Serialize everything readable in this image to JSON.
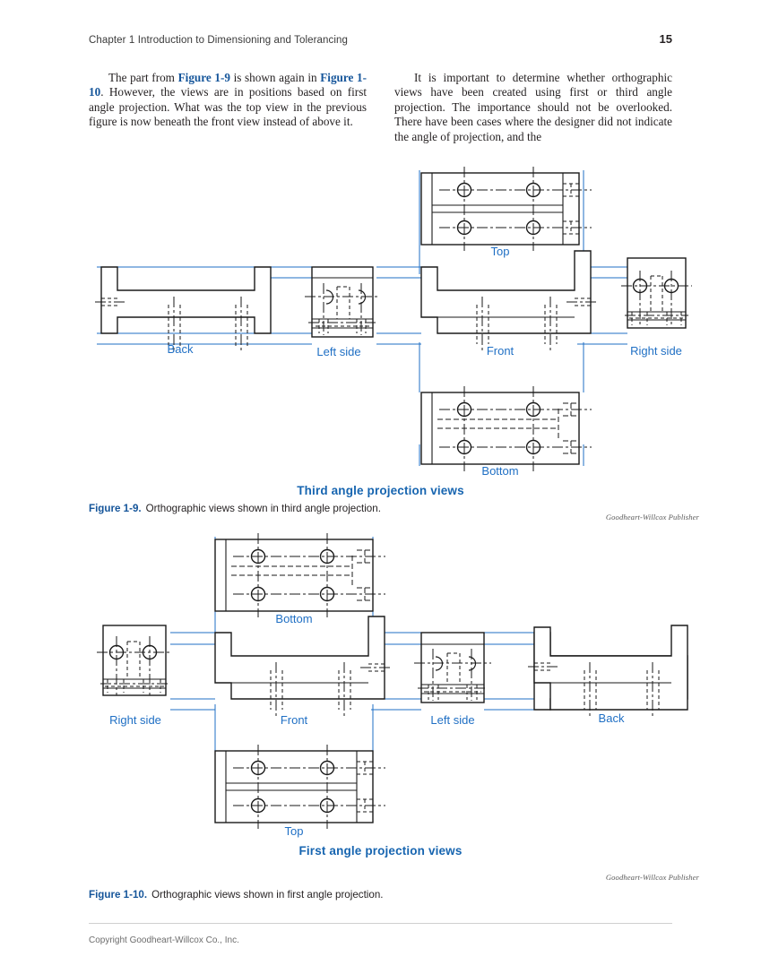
{
  "running_head": {
    "chapter": "Chapter 1   Introduction to Dimensioning and Tolerancing",
    "page_number": "15"
  },
  "body": {
    "left_column": {
      "lead_in": "The part from ",
      "ref1": "Figure 1-9",
      "mid1": " is shown again in ",
      "ref2": "Figure 1-10",
      "rest": ". However, the views are in positions based on first angle projection. What was the top view in the previous figure is now beneath the front view instead of above it."
    },
    "right_column": {
      "text": "It is important to determine whether orthographic views have been created using first or third angle projection. The importance should not be overlooked. There have been cases where the designer did not indicate the angle of projection, and the"
    }
  },
  "figures": [
    {
      "id": "figure-1-9",
      "title": "Third angle projection views",
      "credit": "Goodheart-Willcox Publisher",
      "caption_label": "Figure 1-9.",
      "caption_text": "Orthographic views shown in third angle projection.",
      "view_labels": {
        "top": "Top",
        "back": "Back",
        "left_side": "Left side",
        "front": "Front",
        "right_side": "Right side",
        "bottom": "Bottom"
      }
    },
    {
      "id": "figure-1-10",
      "title": "First angle projection views",
      "credit": "Goodheart-Willcox Publisher",
      "caption_label": "Figure 1-10.",
      "caption_text": "Orthographic views shown in first angle projection.",
      "view_labels": {
        "bottom": "Bottom",
        "right_side": "Right side",
        "front": "Front",
        "left_side": "Left side",
        "back": "Back",
        "top": "Top"
      }
    }
  ],
  "footer": {
    "copyright": "Copyright Goodheart-Willcox Co., Inc."
  },
  "colors": {
    "label_blue": "#1f6fc4",
    "title_blue": "#1765b0",
    "figref_blue": "#15559a",
    "projection_line": "#1f6fc4",
    "object_line": "#1a1a1a"
  }
}
